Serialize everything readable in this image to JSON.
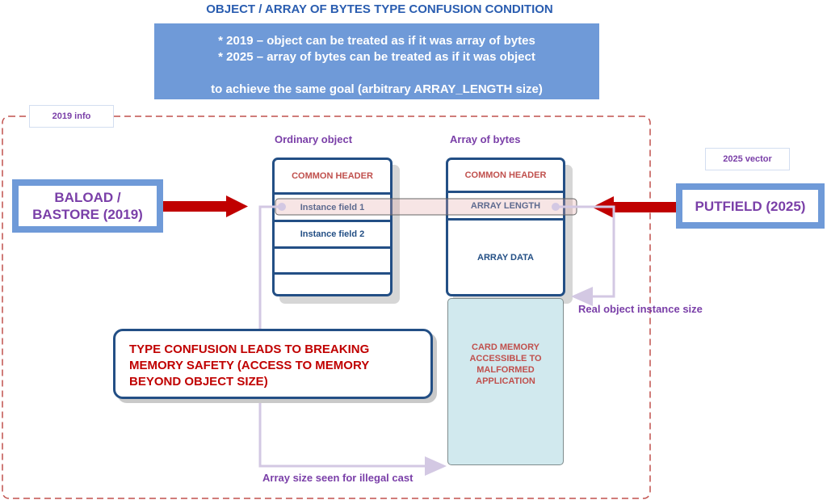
{
  "title": "OBJECT / ARRAY OF BYTES TYPE CONFUSION CONDITION",
  "summary": {
    "line1": "* 2019 – object can be treated as if it was array of bytes",
    "line2": "* 2025 – array of bytes can be treated as if it was object",
    "line3": "to achieve the same goal (arbitrary ARRAY_LENGTH size)"
  },
  "tags": {
    "info2019": "2019 info",
    "vector2025": "2025 vector"
  },
  "ops": {
    "baload_1": "BALOAD /",
    "baload_2": "BASTORE (2019)",
    "putfield": "PUTFIELD (2025)"
  },
  "ordinary": {
    "label": "Ordinary object",
    "rows": [
      "COMMON HEADER",
      "Instance field 1",
      "Instance field 2",
      "",
      ""
    ]
  },
  "array": {
    "label": "Array of bytes",
    "rows": [
      "COMMON HEADER",
      "ARRAY LENGTH",
      "ARRAY DATA"
    ]
  },
  "card": {
    "l1": "CARD MEMORY",
    "l2": "ACCESSIBLE TO",
    "l3": "MALFORMED",
    "l4": "APPLICATION"
  },
  "confusion": {
    "l1": "TYPE CONFUSION LEADS TO BREAKING",
    "l2": "MEMORY SAFETY (ACCESS TO MEMORY",
    "l3": "BEYOND OBJECT SIZE)"
  },
  "annotations": {
    "real_size": "Real object instance size",
    "illegal_cast": "Array size seen for illegal cast"
  }
}
